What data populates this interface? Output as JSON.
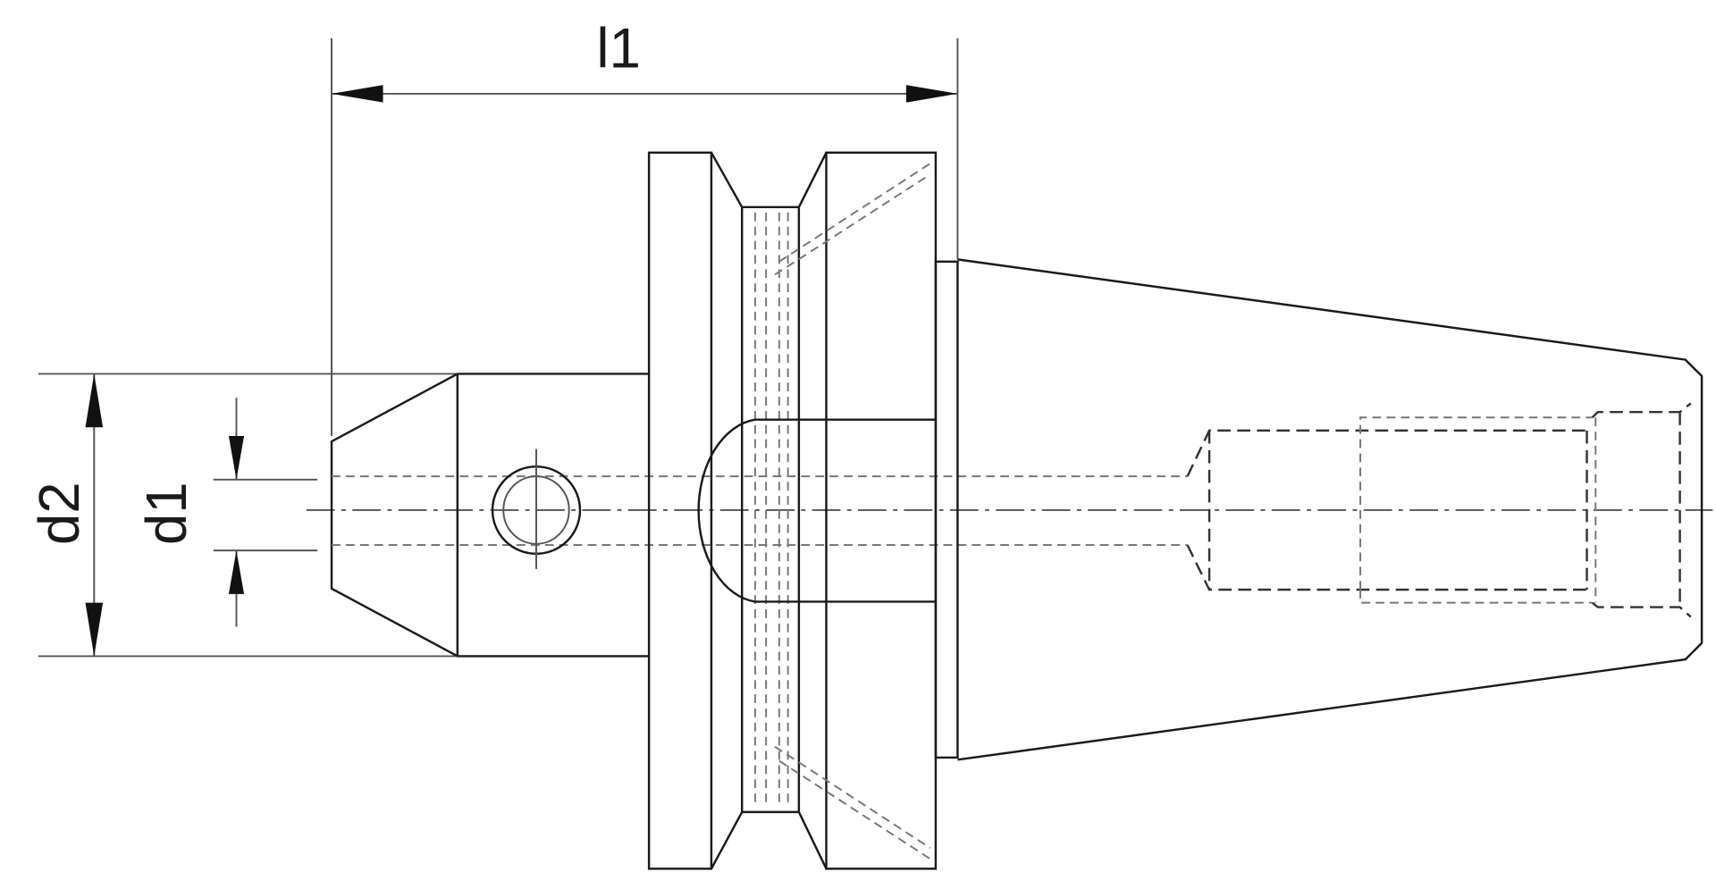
{
  "drawing": {
    "dimensions": {
      "length_label": "l1",
      "outer_diameter_label": "d2",
      "bore_diameter_label": "d1"
    }
  }
}
